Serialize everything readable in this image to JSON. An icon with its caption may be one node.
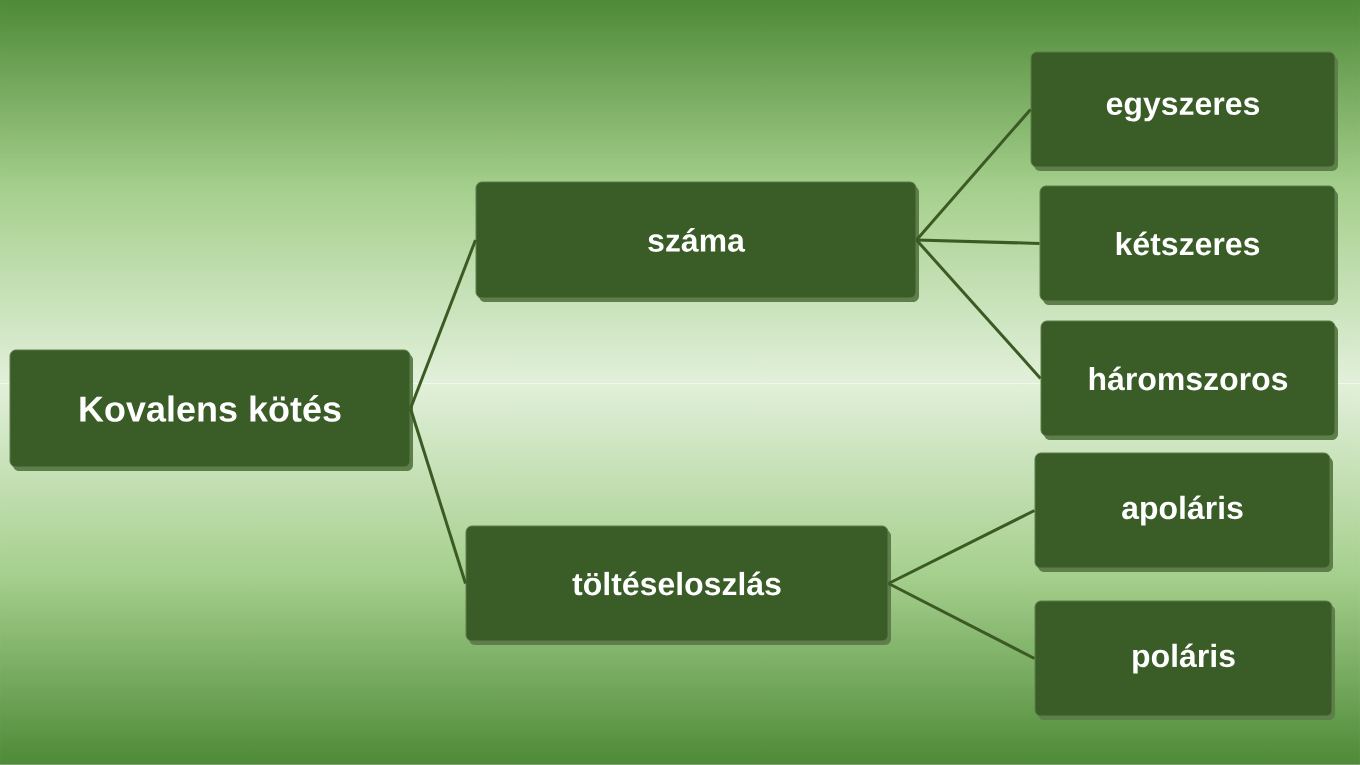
{
  "diagram": {
    "nodes": [
      {
        "text": [
          "Kovalens kötés"
        ]
      },
      {
        "text": [
          "száma"
        ]
      },
      {
        "text": [
          "töltéseloszlás"
        ]
      },
      {
        "text": [
          "egyszeres"
        ]
      },
      {
        "text": [
          "kétszeres"
        ]
      },
      {
        "text": [
          "háromszoros"
        ]
      },
      {
        "text": [
          "apoláris"
        ]
      },
      {
        "text": [
          "poláris"
        ]
      }
    ],
    "edges": [
      {
        "from": 0,
        "to": 1,
        "arrow": "none"
      },
      {
        "from": 0,
        "to": 2,
        "arrow": "none"
      },
      {
        "from": 1,
        "to": 3,
        "arrow": "none"
      },
      {
        "from": 1,
        "to": 4,
        "arrow": "none"
      },
      {
        "from": 1,
        "to": 5,
        "arrow": "none"
      },
      {
        "from": 2,
        "to": 6,
        "arrow": "none"
      },
      {
        "from": 2,
        "to": 7,
        "arrow": "none"
      }
    ]
  }
}
